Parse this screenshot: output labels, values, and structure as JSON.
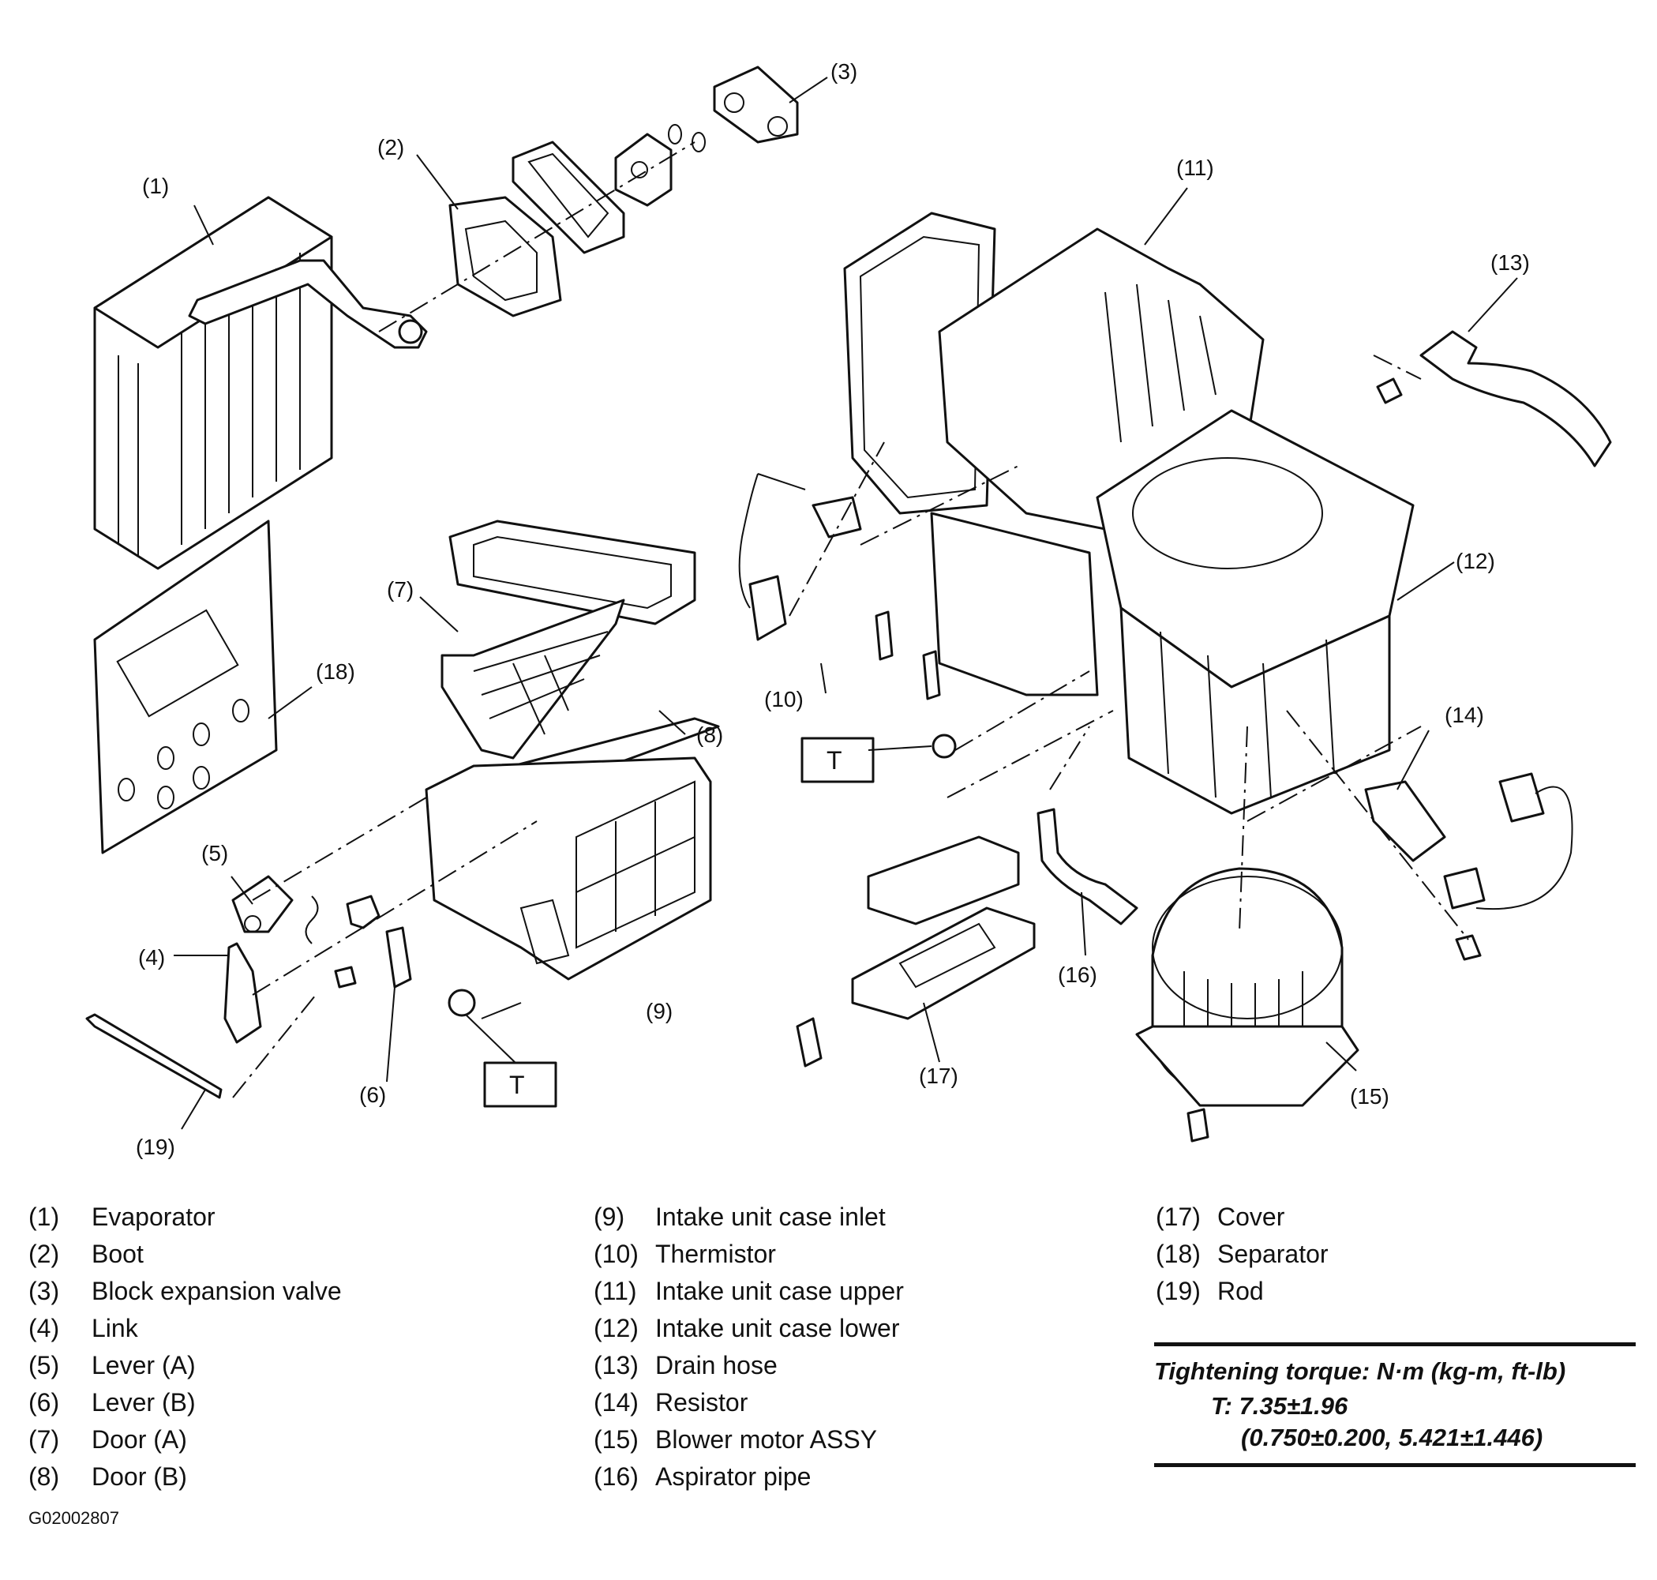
{
  "callouts": {
    "c1": "(1)",
    "c2": "(2)",
    "c3": "(3)",
    "c4": "(4)",
    "c5": "(5)",
    "c6": "(6)",
    "c7": "(7)",
    "c8": "(8)",
    "c9": "(9)",
    "c10": "(10)",
    "c11": "(11)",
    "c12": "(12)",
    "c13": "(13)",
    "c14": "(14)",
    "c15": "(15)",
    "c16": "(16)",
    "c17": "(17)",
    "c18": "(18)",
    "c19": "(19)",
    "torque_tag": "T"
  },
  "legend": {
    "col1": [
      {
        "num": "(1)",
        "label": "Evaporator"
      },
      {
        "num": "(2)",
        "label": "Boot"
      },
      {
        "num": "(3)",
        "label": "Block expansion valve"
      },
      {
        "num": "(4)",
        "label": "Link"
      },
      {
        "num": "(5)",
        "label": "Lever (A)"
      },
      {
        "num": "(6)",
        "label": "Lever (B)"
      },
      {
        "num": "(7)",
        "label": "Door (A)"
      },
      {
        "num": "(8)",
        "label": "Door (B)"
      }
    ],
    "col2": [
      {
        "num": "(9)",
        "label": "Intake unit case inlet"
      },
      {
        "num": "(10)",
        "label": "Thermistor"
      },
      {
        "num": "(11)",
        "label": "Intake unit case upper"
      },
      {
        "num": "(12)",
        "label": "Intake unit case lower"
      },
      {
        "num": "(13)",
        "label": "Drain hose"
      },
      {
        "num": "(14)",
        "label": "Resistor"
      },
      {
        "num": "(15)",
        "label": "Blower motor ASSY"
      },
      {
        "num": "(16)",
        "label": "Aspirator pipe"
      }
    ],
    "col3": [
      {
        "num": "(17)",
        "label": "Cover"
      },
      {
        "num": "(18)",
        "label": "Separator"
      },
      {
        "num": "(19)",
        "label": "Rod"
      }
    ]
  },
  "torque": {
    "title": "Tightening torque: N·m (kg-m, ft-lb)",
    "value": "T: 7.35±1.96",
    "value_alt": "(0.750±0.200, 5.421±1.446)"
  },
  "figure_code": "G02002807"
}
